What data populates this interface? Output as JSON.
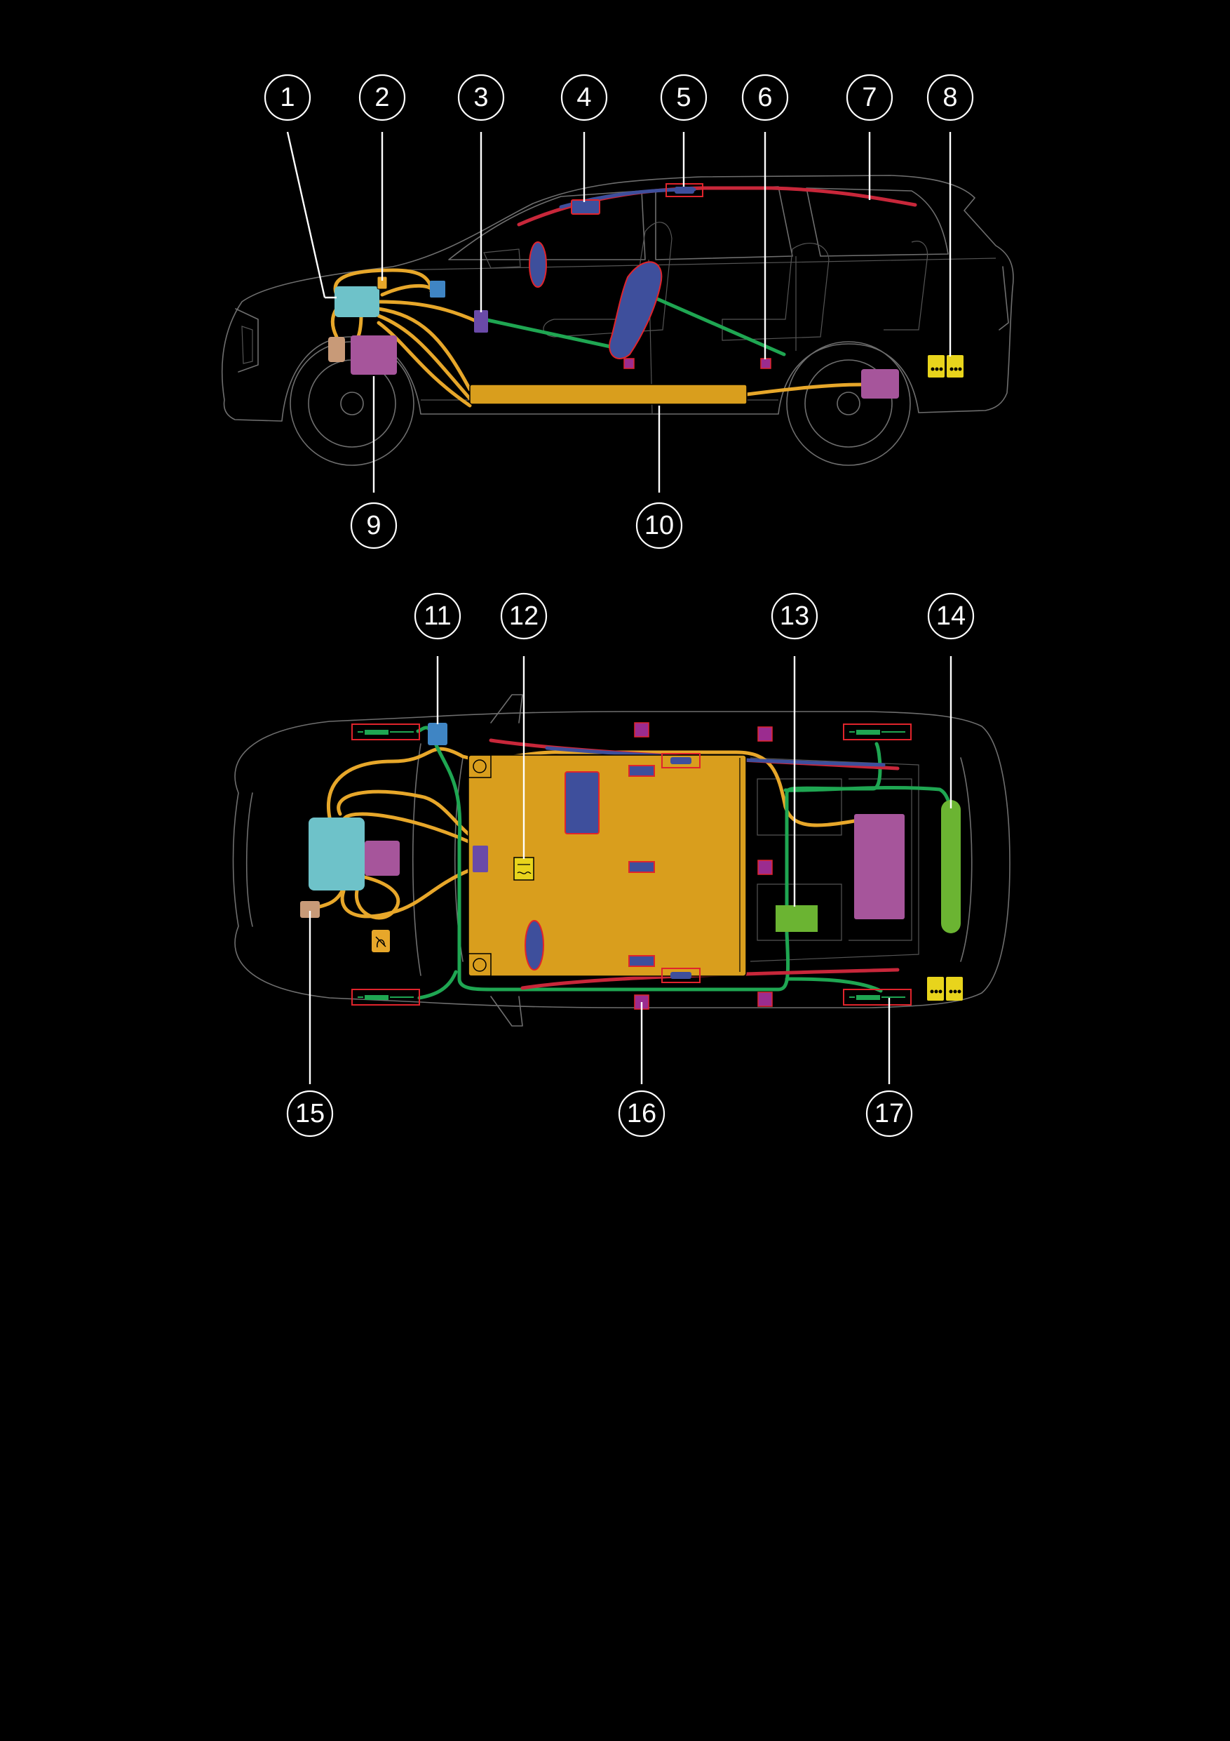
{
  "colors": {
    "background": "#000000",
    "car_outline": "#6e6e6e",
    "wire_orange": "#e7a72a",
    "wire_green": "#1fa652",
    "battery_orange": "#d99e1d",
    "module_cyan": "#6ec2c9",
    "module_magenta": "#a6559b",
    "module_tan": "#c89a78",
    "module_blue": "#3f85c4",
    "module_purple": "#6a4aa8",
    "airbag_blue": "#3e4f9c",
    "airbag_outline_red": "#e0242c",
    "sensor_yellow": "#e8d41c",
    "tank_green": "#6bb432",
    "curtain_red": "#c8273a",
    "sensor_magenta": "#9b2c8f"
  },
  "side_view": {
    "callouts": [
      "1",
      "2",
      "3",
      "4",
      "5",
      "6",
      "7",
      "8",
      "9",
      "10"
    ]
  },
  "top_view": {
    "callouts": [
      "11",
      "12",
      "13",
      "14",
      "15",
      "16",
      "17"
    ]
  },
  "icons": [
    "fuse-icon",
    "terminal-block-icon",
    "connector-icon",
    "airbag-icon",
    "seat-sensor-icon"
  ]
}
